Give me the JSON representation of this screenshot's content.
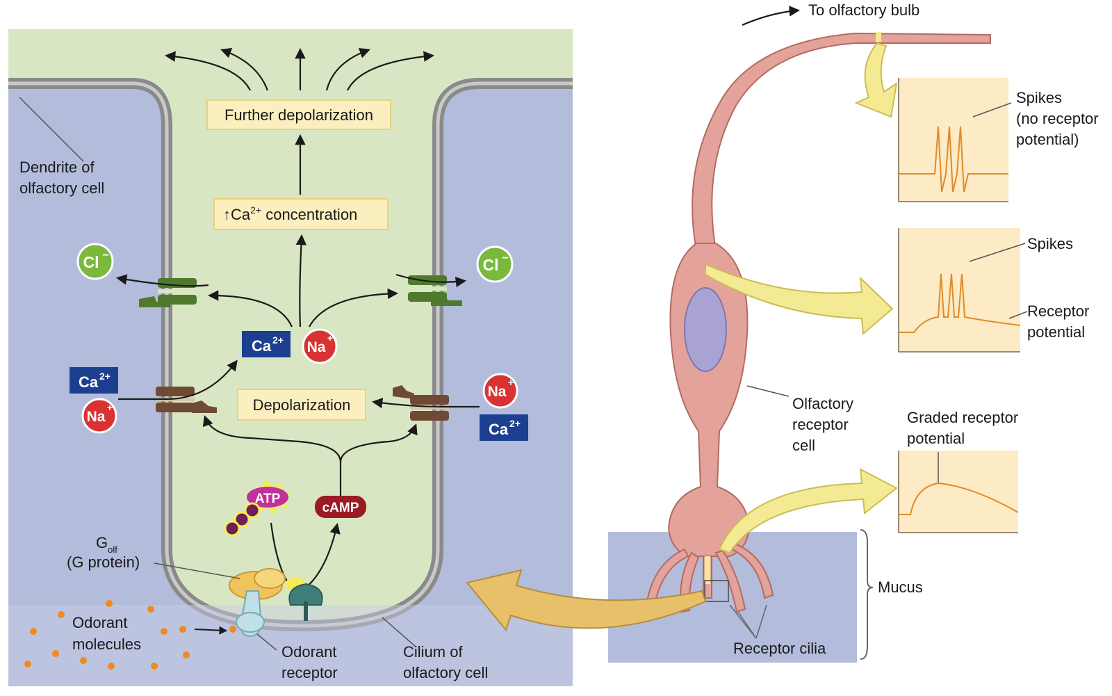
{
  "labels": {
    "to_bulb": "To olfactory bulb",
    "further_depol": "Further depolarization",
    "ca_conc_prefix": "↑Ca",
    "ca_conc_sup": "2+",
    "ca_conc_suffix": " concentration",
    "depolarization": "Depolarization",
    "dendrite_1": "Dendrite of",
    "dendrite_2": "olfactory cell",
    "golf_main": "G",
    "golf_sub": "olf",
    "g_protein": "(G protein)",
    "odorant_mol_1": "Odorant",
    "odorant_mol_2": "molecules",
    "odorant_rec_1": "Odorant",
    "odorant_rec_2": "receptor",
    "cilium_1": "Cilium of",
    "cilium_2": "olfactory cell",
    "orc_1": "Olfactory",
    "orc_2": "receptor",
    "orc_3": "cell",
    "mucus": "Mucus",
    "receptor_cilia": "Receptor cilia",
    "spikes_top_1": "Spikes",
    "spikes_top_2": "(no receptor",
    "spikes_top_3": "potential)",
    "spikes_mid": "Spikes",
    "receptor_pot_1": "Receptor",
    "receptor_pot_2": "potential",
    "graded_1": "Graded receptor",
    "graded_2": "potential"
  },
  "ions": {
    "cl": "Cl",
    "cl_sup": "−",
    "ca": "Ca",
    "ca_sup": "2+",
    "na": "Na",
    "na_sup": "+",
    "atp": "ATP",
    "camp": "cAMP"
  },
  "colors": {
    "cell_fill": "#d9e6c3",
    "outside_fill": "#b3bcdb",
    "membrane": "#7d7d7d",
    "box_fill": "#fbefbf",
    "box_stroke": "#e8d27e",
    "ca_blue": "#1c3f8f",
    "na_red": "#d93232",
    "cl_green": "#7ab83e",
    "neuron_fill": "#e3a39a",
    "neuron_stroke": "#b26b62",
    "nucleus": "#a9a3d3",
    "trace_bg": "#fcebc4",
    "trace": "#e08a2a",
    "arrow_yellow": "#f4ea93",
    "big_arrow": "#e8c06a"
  }
}
